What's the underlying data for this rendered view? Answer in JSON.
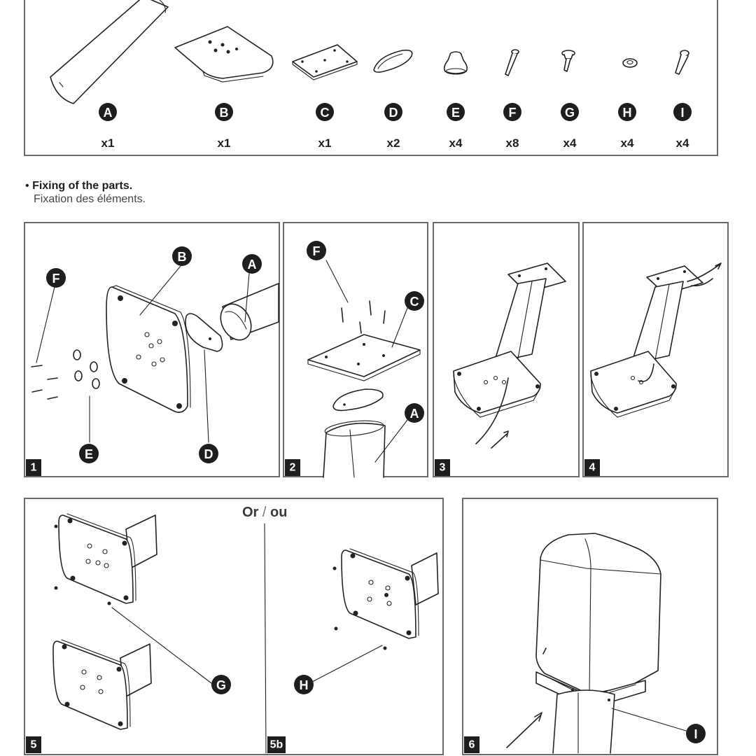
{
  "parts": [
    {
      "letter": "A",
      "qty": "x1"
    },
    {
      "letter": "B",
      "qty": "x1"
    },
    {
      "letter": "C",
      "qty": "x1"
    },
    {
      "letter": "D",
      "qty": "x2"
    },
    {
      "letter": "E",
      "qty": "x4"
    },
    {
      "letter": "F",
      "qty": "x8"
    },
    {
      "letter": "G",
      "qty": "x4"
    },
    {
      "letter": "H",
      "qty": "x4"
    },
    {
      "letter": "I",
      "qty": "x4"
    }
  ],
  "section": {
    "bullet": "•",
    "title_en": "Fixing of the parts.",
    "title_fr": "Fixation des éléments."
  },
  "steps": {
    "s1": "1",
    "s2": "2",
    "s3": "3",
    "s4": "4",
    "s5": "5",
    "s5b": "5b",
    "s6": "6"
  },
  "callouts": {
    "p1_f": "F",
    "p1_b": "B",
    "p1_a": "A",
    "p1_e": "E",
    "p1_d": "D",
    "p2_f": "F",
    "p2_c": "C",
    "p2_a": "A",
    "p5_g": "G",
    "p5_h": "H",
    "p6_i": "I"
  },
  "or": {
    "en": "Or",
    "sep": " / ",
    "fr": "ou"
  },
  "icons": {
    "arrow": "arrow-icon",
    "screw": "screw-icon"
  }
}
